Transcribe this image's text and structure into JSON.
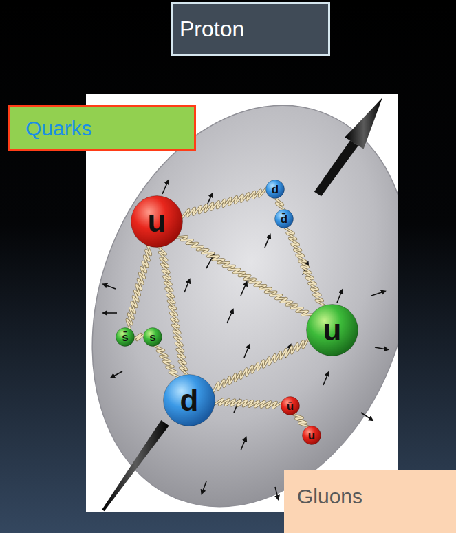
{
  "diagram": {
    "title": "Proton",
    "nodes": [
      {
        "text": [
          "Quarks"
        ]
      },
      {
        "text": [
          "u"
        ]
      },
      {
        "text": [
          "d"
        ]
      },
      {
        "text": [
          "d̄"
        ]
      },
      {
        "text": [
          "s̄"
        ]
      },
      {
        "text": [
          "s"
        ]
      },
      {
        "text": [
          "u"
        ]
      },
      {
        "text": [
          "d"
        ]
      },
      {
        "text": [
          "ū"
        ]
      },
      {
        "text": [
          "u"
        ]
      },
      {
        "text": [
          "Gluons"
        ]
      }
    ],
    "edges": [
      {
        "from": 1,
        "to": 2,
        "arrow": "none"
      },
      {
        "from": 2,
        "to": 3,
        "arrow": "none"
      },
      {
        "from": 1,
        "to": 6,
        "arrow": "none"
      },
      {
        "from": 3,
        "to": 6,
        "arrow": "none"
      },
      {
        "from": 1,
        "to": 4,
        "arrow": "none"
      },
      {
        "from": 4,
        "to": 5,
        "arrow": "none"
      },
      {
        "from": 1,
        "to": 7,
        "arrow": "none"
      },
      {
        "from": 5,
        "to": 7,
        "arrow": "none"
      },
      {
        "from": 7,
        "to": 6,
        "arrow": "none"
      },
      {
        "from": 7,
        "to": 8,
        "arrow": "none"
      },
      {
        "from": 8,
        "to": 9,
        "arrow": "none"
      }
    ]
  }
}
